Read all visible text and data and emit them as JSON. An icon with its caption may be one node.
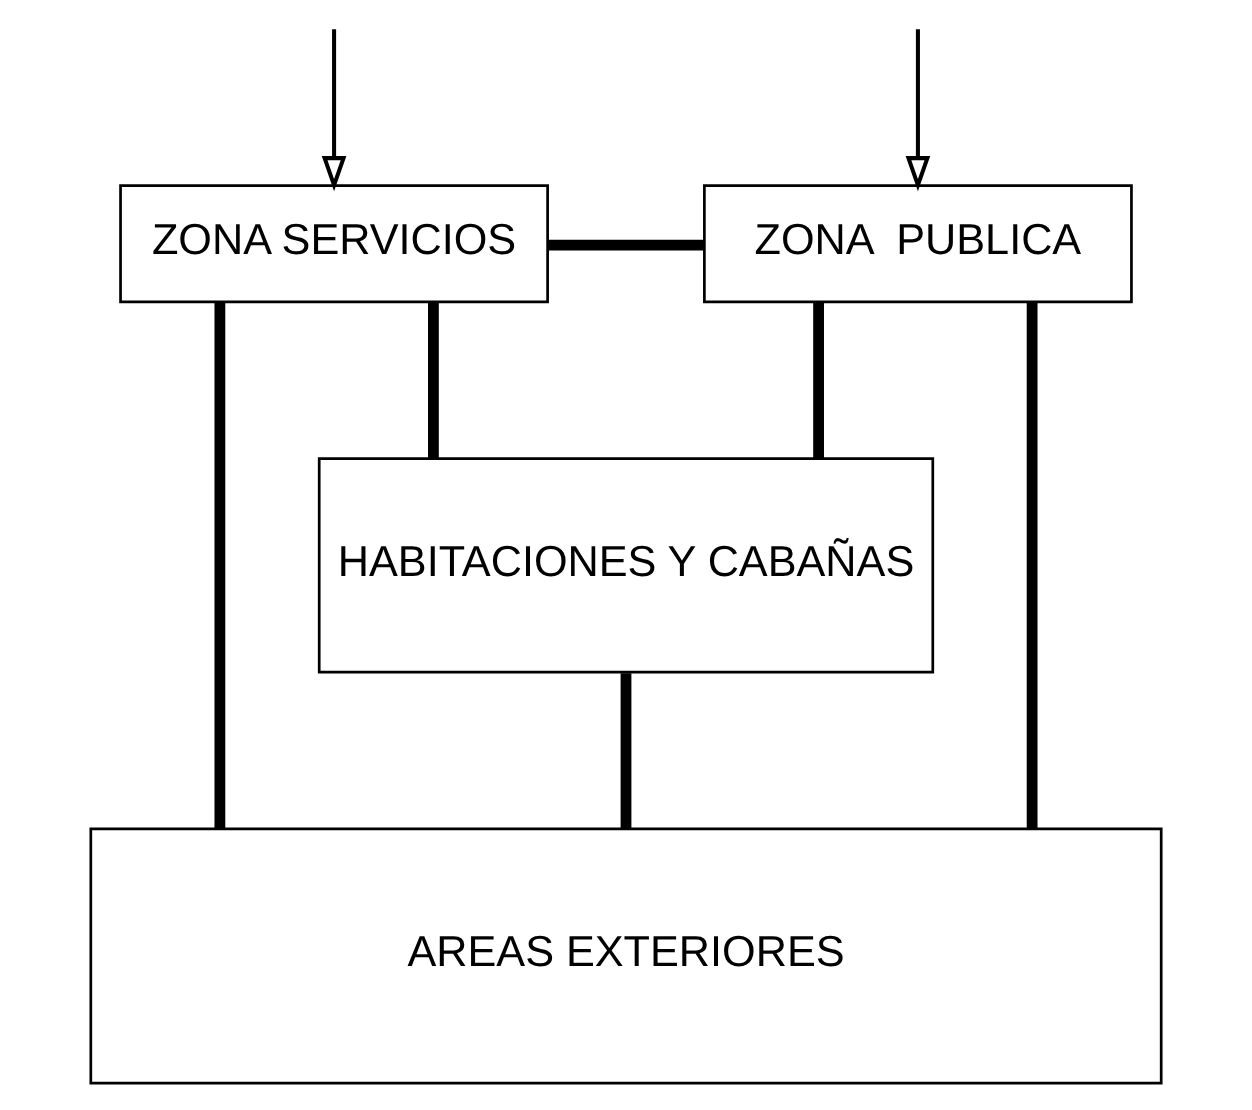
{
  "diagram": {
    "nodes": [
      {
        "text": [
          "ZONA SERVICIOS"
        ]
      },
      {
        "text": [
          "ZONA  PUBLICA"
        ]
      },
      {
        "text": [
          "HABITACIONES Y CABAÑAS"
        ]
      },
      {
        "text": [
          "AREAS EXTERIORES"
        ]
      }
    ],
    "edges": [
      {
        "from": null,
        "to": 0,
        "arrow": "to"
      },
      {
        "from": null,
        "to": 1,
        "arrow": "to"
      },
      {
        "from": 0,
        "to": 1,
        "arrow": "none"
      },
      {
        "from": 0,
        "to": 3,
        "arrow": "none"
      },
      {
        "from": 0,
        "to": 2,
        "arrow": "none"
      },
      {
        "from": 1,
        "to": 2,
        "arrow": "none"
      },
      {
        "from": 1,
        "to": 3,
        "arrow": "none"
      },
      {
        "from": 2,
        "to": 3,
        "arrow": "none"
      }
    ]
  }
}
